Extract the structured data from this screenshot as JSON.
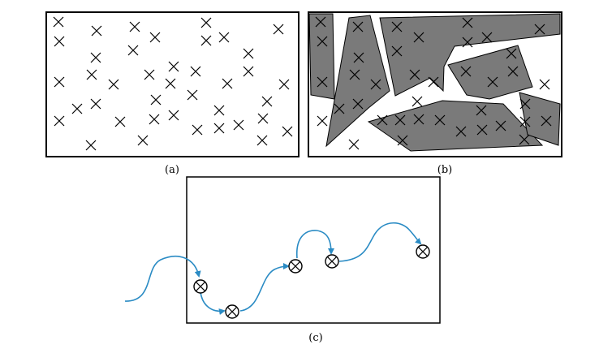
{
  "panels": [
    {
      "id": "a",
      "caption": "(a)"
    },
    {
      "id": "b",
      "caption": "(b)"
    },
    {
      "id": "c",
      "caption": "(c)"
    }
  ],
  "colors": {
    "frame": "#000000",
    "region_fill": "#7a7a7a",
    "path": "#2a8bc4",
    "marker": "#000000"
  },
  "marker_symbol": "cross",
  "trajectory_symbol": "circled-cross"
}
